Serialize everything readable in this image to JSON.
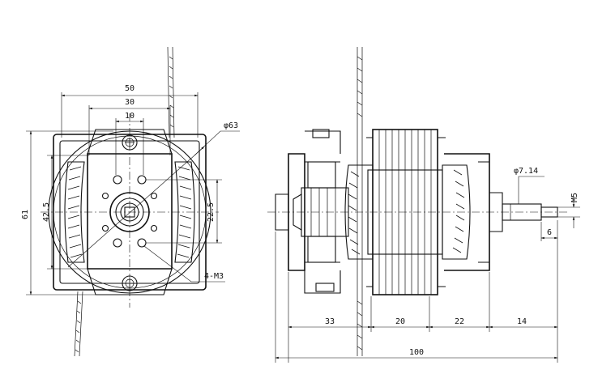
{
  "front_view": {
    "dims": {
      "width_50": "50",
      "width_30": "30",
      "width_10": "10",
      "height_61": "61",
      "height_42_5": "42.5",
      "height_22_5": "22.5"
    },
    "callouts": {
      "diameter": "φ63",
      "holes": "4-M3"
    }
  },
  "side_view": {
    "dims": {
      "seg_33": "33",
      "seg_20": "20",
      "seg_22": "22",
      "seg_14": "14",
      "total_100": "100",
      "shaft_end_6": "6"
    },
    "callouts": {
      "shaft_diameter": "φ7.14",
      "thread": "M5"
    }
  }
}
